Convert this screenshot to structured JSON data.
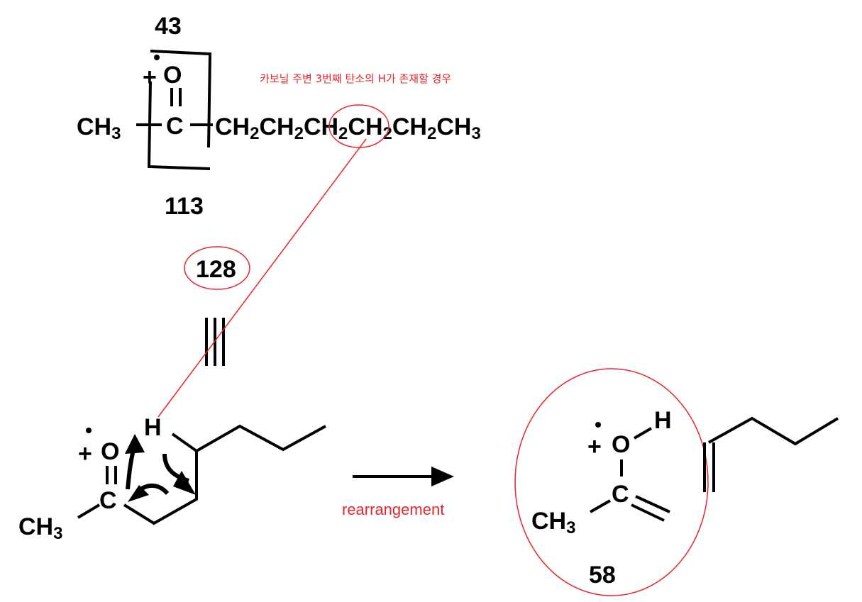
{
  "annotation_korean": "카보닐 주변 3번째 탄소의 H가 존재할 경우",
  "fragment_mass_top": "43",
  "fragment_mass_bottom": "113",
  "molecular_ion_mass": "128",
  "product_mass": "58",
  "arrow_label": "rearrangement",
  "atoms": {
    "oxygen": "O",
    "carbon": "C",
    "hydrogen": "H",
    "ch": "CH",
    "subscript_2": "2",
    "subscript_3": "3",
    "radical_dot": "•",
    "plus_sign": "+"
  },
  "colors": {
    "highlight": "#e8262d",
    "ink": "#000000"
  }
}
